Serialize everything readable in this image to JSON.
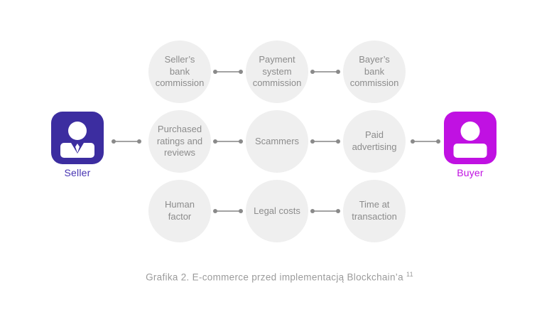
{
  "figure": {
    "caption_text": "Grafika 2. E-commerce przed implementacją Blockchain’a",
    "caption_footnote": "11"
  },
  "actors": {
    "seller": {
      "label": "Seller"
    },
    "buyer": {
      "label": "Buyer"
    }
  },
  "nodes": {
    "rows": [
      [
        "Seller’s bank commission",
        "Payment system commission",
        "Bayer’s bank commission"
      ],
      [
        "Purchased ratings and reviews",
        "Scammers",
        "Paid advertising"
      ],
      [
        "Human factor",
        "Legal costs",
        "Time at transaction"
      ]
    ]
  },
  "icons": {
    "seller": "person-with-tie-icon",
    "buyer": "person-icon",
    "connector": "dumbbell-connector"
  },
  "colors": {
    "seller": "#3c2da0",
    "seller-label": "#4633b2",
    "buyer": "#c011e2",
    "buyer-label": "#c011e2",
    "node-bg": "#efefef",
    "node-text": "#8c8c8c",
    "connector": "#a3a3a3",
    "caption": "#9b9b9b"
  }
}
